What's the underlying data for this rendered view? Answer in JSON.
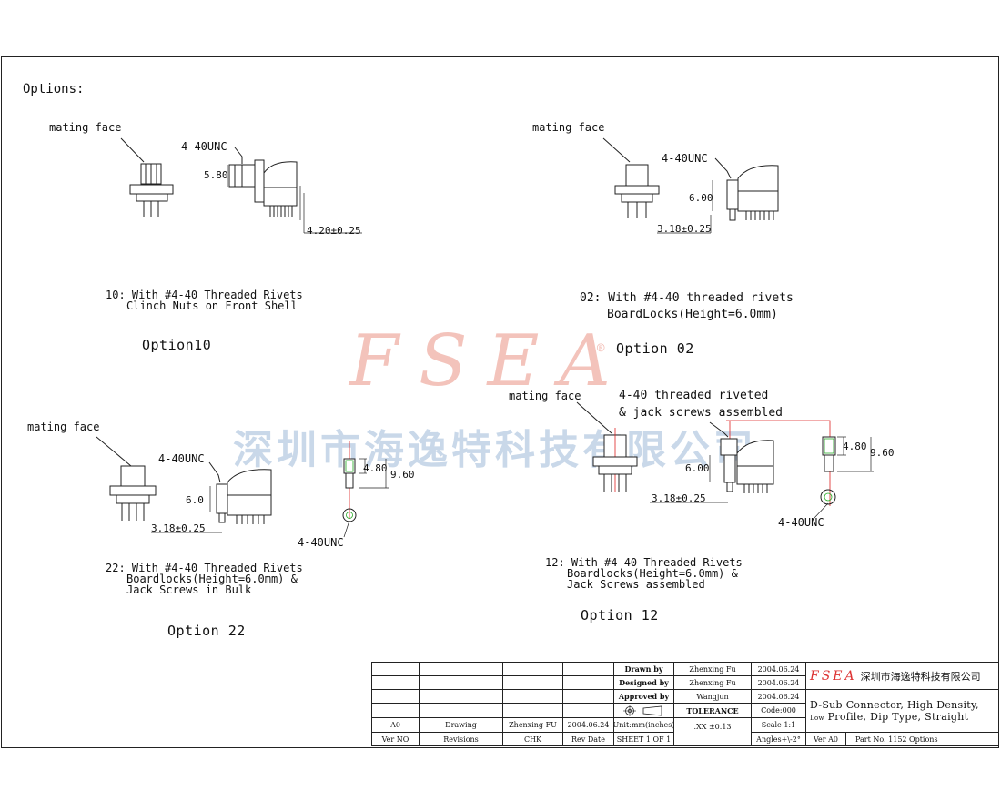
{
  "header": {
    "label": "Options:"
  },
  "watermark": {
    "brand": "FSEA",
    "reg": "®",
    "company": "深圳市海逸特科技有限公司"
  },
  "option10": {
    "mating_face": "mating face",
    "thread": "4-40UNC",
    "dim_height": "5.80",
    "dim_pin": "4.20±0.25",
    "desc1": "10: With #4-40 Threaded Rivets",
    "desc2": "Clinch Nuts on Front Shell",
    "title": "Option10"
  },
  "option02": {
    "mating_face": "mating face",
    "thread": "4-40UNC",
    "dim_height": "6.00",
    "dim_pin": "3.18±0.25",
    "desc1": "02: With #4-40 threaded rivets",
    "desc2": "BoardLocks(Height=6.0mm)",
    "title": "Option 02"
  },
  "option22": {
    "mating_face": "mating face",
    "thread": "4-40UNC",
    "dim_height": "6.0",
    "dim_pin": "3.18±0.25",
    "dim_a": "4.80",
    "dim_b": "9.60",
    "thread_bottom": "4-40UNC",
    "desc1": "22: With #4-40 Threaded Rivets",
    "desc2": "Boardlocks(Height=6.0mm) &",
    "desc3": "Jack Screws in Bulk",
    "title": "Option 22"
  },
  "option12": {
    "mating_face": "mating face",
    "note1": "4-40 threaded riveted",
    "note2": "& jack screws assembled",
    "dim_height": "6.00",
    "dim_pin": "3.18±0.25",
    "dim_a": "4.80",
    "dim_b": "9.60",
    "thread_bottom": "4-40UNC",
    "desc1": "12: With #4-40 Threaded Rivets",
    "desc2": "Boardlocks(Height=6.0mm) &",
    "desc3": "Jack Screws assembled",
    "title": "Option 12"
  },
  "title_block": {
    "drawn_label": "Drawn  by",
    "drawn_name": "Zhenxing Fu",
    "drawn_date": "2004.06.24",
    "designed_label": "Designed by",
    "designed_name": "Zhenxing Fu",
    "designed_date": "2004.06.24",
    "approved_label": "Approved by",
    "approved_name": "Wangjun",
    "approved_date": "2004.06.24",
    "tolerance_label": "TOLERANCE",
    "code": "Code:000",
    "units": "Unit:mm(inches)",
    "tol_value": ".XX  ±0.13",
    "scale": "Scale 1:1",
    "sheet": "SHEET 1 OF 1",
    "angles": "Angles+\\-2°",
    "rev_a0": "A0",
    "rev_drawing": "Drawing",
    "rev_name": "Zhenxing FU",
    "rev_date": "2004.06.24",
    "h_ver": "Ver NO",
    "h_revisions": "Revisions",
    "h_chk": "CHK",
    "h_revdate": "Rev Date",
    "logo": "FSEA",
    "company": "深圳市海逸特科技有限公司",
    "desc1": "D-Sub Connector, High Density,",
    "desc2_small": "Low",
    "desc2": "Profile, Dip Type, Straight",
    "ver": "Ver A0",
    "part": "Part No. 1152 Options"
  }
}
